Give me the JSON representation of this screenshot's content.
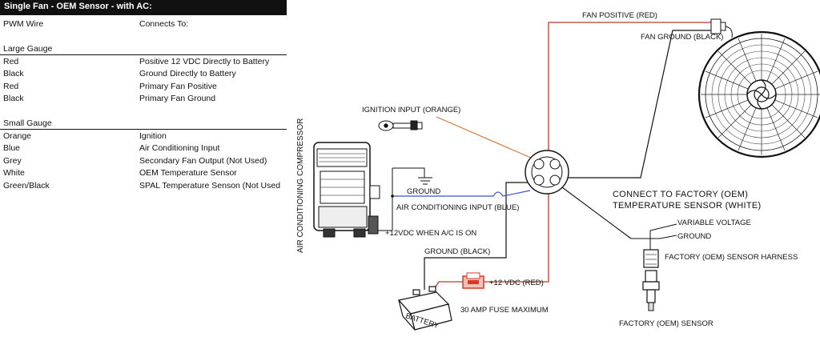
{
  "table": {
    "title": "Single Fan - OEM Sensor - with AC:",
    "col_headers": {
      "wire": "PWM Wire",
      "connects": "Connects To:"
    },
    "large_gauge": {
      "title": "Large Gauge",
      "rows": [
        {
          "wire": "Red",
          "connects": "Positive 12 VDC Directly to Battery"
        },
        {
          "wire": "Black",
          "connects": "Ground Directly to Battery"
        },
        {
          "wire": "Red",
          "connects": "Primary Fan Positive"
        },
        {
          "wire": "Black",
          "connects": "Primary Fan Ground"
        }
      ]
    },
    "small_gauge": {
      "title": "Small Gauge",
      "rows": [
        {
          "wire": "Orange",
          "connects": "Ignition"
        },
        {
          "wire": "Blue",
          "connects": "Air Conditioning Input"
        },
        {
          "wire": "Grey",
          "connects": "Secondary Fan Output (Not Used)"
        },
        {
          "wire": "White",
          "connects": "OEM Temperature Sensor"
        },
        {
          "wire": "Green/Black",
          "connects": "SPAL Temperature Senson (Not Used"
        }
      ]
    }
  },
  "diagram": {
    "labels": {
      "fan_positive": "FAN POSITIVE (RED)",
      "fan_ground": "FAN GROUND (BLACK)",
      "ignition_input": "IGNITION INPUT (ORANGE)",
      "ac_compressor": "AIR CONDITIONING COMPRESSOR",
      "ground": "GROUND",
      "ac_input": "AIR CONDITIONING INPUT (BLUE)",
      "ac_power": "+12VDC WHEN A/C IS ON",
      "ground_black": "GROUND (BLACK)",
      "plus12_red": "+12 VDC (RED)",
      "fuse": "30 AMP FUSE MAXIMUM",
      "battery": "BATTERY",
      "oem_connect_line1": "CONNECT TO FACTORY (OEM)",
      "oem_connect_line2": "TEMPERATURE SENSOR (WHITE)",
      "variable_voltage": "VARIABLE VOLTAGE",
      "sensor_ground": "GROUND",
      "sensor_harness": "FACTORY (OEM) SENSOR HARNESS",
      "sensor": "FACTORY (OEM) SENSOR"
    },
    "colors": {
      "red_wire": "#c0392b",
      "orange_wire": "#d9793a",
      "blue_wire": "#3a55c8",
      "black_wire": "#111111",
      "fuse_red": "#d63a2a"
    }
  }
}
